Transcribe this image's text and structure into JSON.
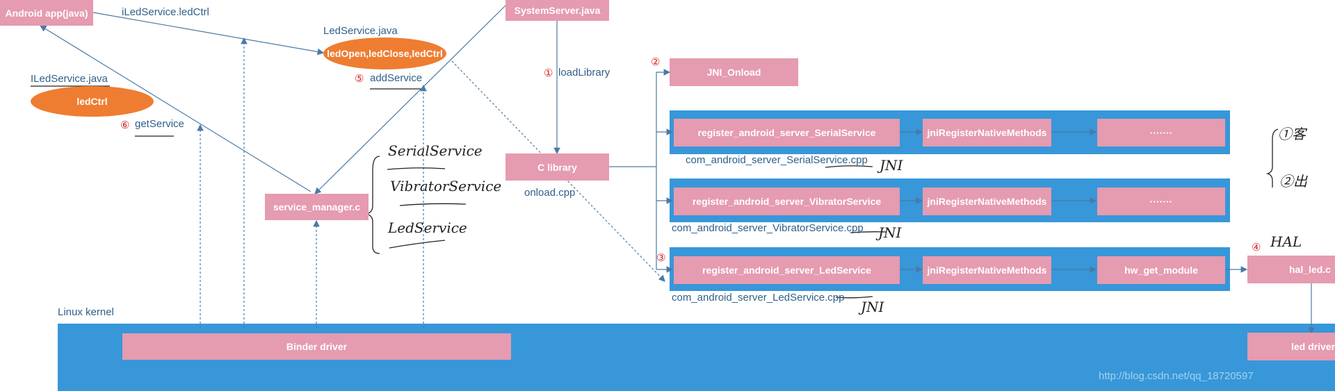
{
  "boxes": {
    "android_app": "Android app(java)",
    "system_server": "SystemServer.java",
    "jni_onload": "JNI_Onload",
    "c_library": "C library",
    "service_manager": "service_manager.c",
    "binder_driver": "Binder driver",
    "register_serial": "register_android_server_SerialService",
    "register_vibrator": "register_android_server_VibratorService",
    "register_led": "register_android_server_LedService",
    "jni_register_1": "jniRegisterNativeMethods",
    "jni_register_2": "jniRegisterNativeMethods",
    "jni_register_3": "jniRegisterNativeMethods",
    "dots_1": "·······",
    "dots_2": "·······",
    "hw_get_module": "hw_get_module",
    "hal_led": "hal_led.c",
    "led_driver": "led driver"
  },
  "ellipses": {
    "led_service_methods": "ledOpen,ledClose,ledCtrl",
    "iled_ctrl": "ledCtrl"
  },
  "labels": {
    "iled_call": "iLedService.ledCtrl",
    "led_service_java": "LedService.java",
    "iled_service_java": "ILedService.java",
    "add_service": "addService",
    "get_service": "getService",
    "load_library": "loadLibrary",
    "onload_cpp": "onload.cpp",
    "serial_cpp": "com_android_server_SerialService.cpp",
    "vibrator_cpp": "com_android_server_VibratorService.cpp",
    "led_cpp": "com_android_server_LedService.cpp",
    "linux_kernel": "Linux kernel"
  },
  "numbers": {
    "n1": "①",
    "n2": "②",
    "n3": "③",
    "n4": "④",
    "n5": "⑤",
    "n6": "⑥"
  },
  "handwriting": {
    "serial_service": "SerialService",
    "vibrator_service": "VibratorService",
    "led_service": "LedService",
    "jni_1": "JNI",
    "jni_2": "JNI",
    "jni_3": "JNI",
    "hal": "HAL",
    "note_1": "①客",
    "note_2": "②出"
  },
  "watermark": "http://blog.csdn.net/qq_18720597",
  "colors": {
    "box": "#e59bb0",
    "band": "#3797d9",
    "ellipse": "#ee7d31",
    "label": "#2f5f8a",
    "number": "#d42020"
  }
}
